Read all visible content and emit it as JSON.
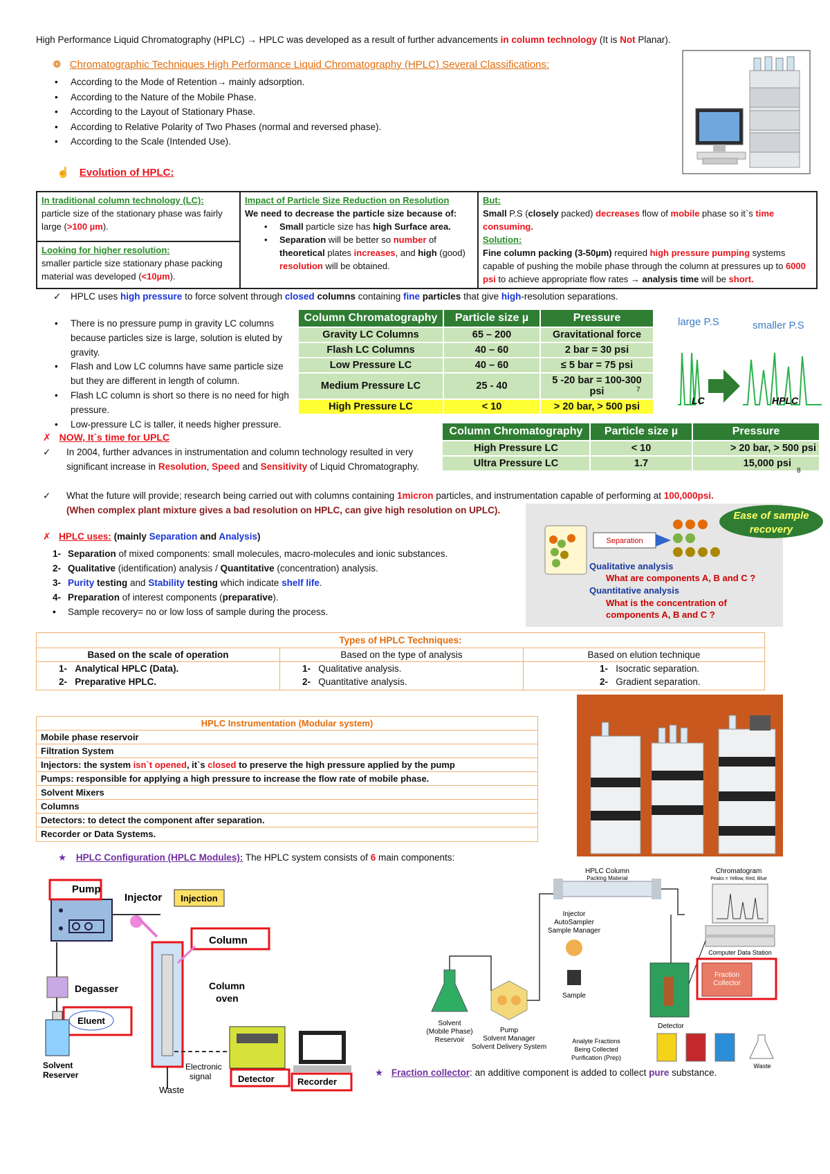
{
  "intro": {
    "t1": "High Performance Liquid Chromatography (HPLC)",
    "arrow": "→",
    "t2": " HPLC was developed as a result of further advancements ",
    "t3": "in column technology",
    "t4": " (It is ",
    "t5": "Not",
    "t6": " Planar)."
  },
  "classifications": {
    "heading": "Chromatographic Techniques High Performance Liquid Chromatography (HPLC) Several Classifications:",
    "items": [
      "According to the Mode of Retention→ mainly adsorption.",
      "According to the Nature of the Mobile Phase.",
      "According to the Layout of Stationary Phase.",
      "According to Relative Polarity of Two Phases (normal and reversed phase).",
      "According to the Scale (Intended Use)."
    ]
  },
  "evolution": {
    "heading": "Evolution of HPLC:",
    "col1": {
      "h1": "In traditional column technology (LC):",
      "t1a": "particle size of the stationary phase was fairly large (",
      "t1b": ">100 µm",
      "t1c": ").",
      "h2": "Looking for higher resolution:",
      "t2a": "smaller particle size stationary phase packing material was developed (",
      "t2b": "<10µm",
      "t2c": ")."
    },
    "col2": {
      "h": "Impact of Particle Size Reduction on Resolution",
      "intro": "We need to decrease the particle size because of:",
      "b1a": "Small",
      "b1b": " particle size has ",
      "b1c": "high Surface area.",
      "b2a": "Separation",
      "b2b": " will be better so ",
      "b2c": "number",
      "b2d": " of ",
      "b2e": "theoretical",
      "b2f": " plates ",
      "b2g": "increases",
      "b2h": ", and ",
      "b2i": "high",
      "b2j": " (good) ",
      "b2k": "resolution",
      "b2l": " will be obtained."
    },
    "col3": {
      "h1": "But:",
      "a1": "Small",
      "a2": " P.S (",
      "a3": "closely",
      "a4": " packed) ",
      "a5": "decreases",
      "a6": " flow of ",
      "a7": "mobile",
      "a8": " phase so it`s ",
      "a9": "time consuming.",
      "h2": "Solution:",
      "s1": "Fine column packing (3-50µm)",
      "s2": " required ",
      "s3": "high pressure pumping",
      "s4": " systems capable of pushing the mobile phase through the column at pressures up to ",
      "s5": "6000 psi",
      "s6": " to achieve appropriate flow rates → ",
      "s7": "analysis time",
      "s8": " will be ",
      "s9": "short."
    }
  },
  "hplc_uses_line": {
    "a": "HPLC uses ",
    "b": "high pressure",
    "c": " to force solvent through ",
    "d": "closed",
    "e": " columns",
    "f": " containing ",
    "g": "fine",
    "h": " particles",
    "i": " that give ",
    "j": "high",
    "k": "-resolution separations."
  },
  "gravity_bullets": [
    "There is no pressure pump in gravity LC columns because particles size is large, solution is eluted by gravity.",
    "Flash and Low LC columns have same particle size but they are different in length of column.",
    "Flash LC column is short so there is no need for high pressure.",
    "Low-pressure LC is taller, it needs higher pressure."
  ],
  "pressure_table": {
    "headers": [
      "Column Chromatography",
      "Particle size  µ",
      "Pressure"
    ],
    "rows": [
      [
        "Gravity LC Columns",
        "65 – 200",
        "Gravitational force"
      ],
      [
        "Flash LC Columns",
        "40 – 60",
        "2 bar = 30 psi"
      ],
      [
        "Low Pressure LC",
        "40 – 60",
        "≤ 5 bar = 75 psi"
      ],
      [
        "Medium Pressure LC",
        "25 - 40",
        "5 -20 bar = 100-300 psi"
      ],
      [
        "High Pressure LC",
        "< 10",
        "> 20 bar,  >  500 psi"
      ]
    ],
    "page_no": "7"
  },
  "peaks_fig": {
    "large": "large P.S",
    "smaller": "smaller P.S",
    "lc": "LC",
    "hplc": "HPLC"
  },
  "uplc": {
    "heading": "NOW, It`s time for UPLC",
    "p1a": "In 2004, further advances in instrumentation and column technology resulted in very significant increase in ",
    "p1b": "Resolution",
    "p1c": ", ",
    "p1d": "Speed",
    "p1e": " and ",
    "p1f": "Sensitivity",
    "p1g": " of Liquid Chromatography.",
    "p2a": "What the future will provide; research being carried out with columns containing ",
    "p2b": "1micron",
    "p2c": " particles, and instrumentation capable of performing at ",
    "p2d": "100,000psi.",
    "p3": "(When complex plant mixture gives a bad resolution on HPLC, can give high resolution on UPLC).",
    "table_headers": [
      "Column Chromatography",
      "Particle size  µ",
      "Pressure"
    ],
    "table_rows": [
      [
        "High Pressure LC",
        "< 10",
        "> 20 bar,  >  500 psi"
      ],
      [
        "Ultra Pressure LC",
        "1.7",
        "15,000 psi"
      ]
    ],
    "page_no": "8"
  },
  "uses": {
    "heading": "HPLC uses:",
    "h2": " (mainly ",
    "h3": "Separation",
    "h4": " and ",
    "h5": "Analysis",
    "h6": ")",
    "i1a": "Separation",
    "i1b": " of mixed components: small molecules, macro-molecules and ionic substances.",
    "i2a": "Qualitative",
    "i2b": " (identification) analysis / ",
    "i2c": "Quantitative",
    "i2d": " (concentration) analysis.",
    "i3a": "Purity",
    "i3b": " testing",
    "i3c": " and ",
    "i3d": "Stability",
    "i3e": " testing",
    "i3f": " which indicate ",
    "i3g": "shelf life",
    "i3h": ".",
    "i4a": "Preparation",
    "i4b": " of interest components (",
    "i4c": "preparative",
    "i4d": ").",
    "i5": "Sample recovery= no or low loss of sample during the process.",
    "nums": [
      "1-",
      "2-",
      "3-",
      "4-"
    ]
  },
  "recovery_fig": {
    "bubble": "Ease of sample recovery",
    "sep": "Separation",
    "qual": "Qualitative analysis",
    "q1": "What are components A, B and C ?",
    "quant": "Quantitative analysis",
    "q2": "What is the concentration of components A, B and C ?"
  },
  "types": {
    "title": "Types of HPLC Techniques:",
    "cols": [
      {
        "h": "Based on the scale of operation",
        "items": [
          [
            "1-",
            "Analytical HPLC (Data)."
          ],
          [
            "2-",
            "Preparative HPLC."
          ]
        ]
      },
      {
        "h": "Based on the type of analysis",
        "items": [
          [
            "1-",
            "Qualitative analysis."
          ],
          [
            "2-",
            "Quantitative analysis."
          ]
        ]
      },
      {
        "h": "Based on elution technique",
        "items": [
          [
            "1-",
            "Isocratic separation."
          ],
          [
            "2-",
            "Gradient separation."
          ]
        ]
      }
    ]
  },
  "instrumentation": {
    "title": "HPLC Instrumentation (Modular system)",
    "r1": "Mobile phase reservoir",
    "r2": "Filtration System",
    "r3a": "Injectors: the system ",
    "r3b": "isn`t opened",
    "r3c": ", it`s ",
    "r3d": "closed",
    "r3e": " to preserve the high pressure applied by the pump",
    "r4": "Pumps: responsible for applying a high pressure to increase the flow rate of mobile phase.",
    "r5": "Solvent Mixers",
    "r6": "Columns",
    "r7": "Detectors: to detect the component after separation.",
    "r8": "Recorder or Data Systems."
  },
  "config": {
    "heading": "HPLC Configuration (HPLC Modules):",
    "t1": " The HPLC system consists of ",
    "t2": "6",
    "t3": " main components:"
  },
  "diagram1": {
    "pump": "Pump",
    "injector": "Injector",
    "injection": "Injection",
    "column": "Column",
    "degasser": "Degasser",
    "oven": "Column oven",
    "eluent": "Eluent",
    "solvent": "Solvent Reserver",
    "electronic": "Electronic signal",
    "detector": "Detector",
    "recorder": "Recorder",
    "waste": "Waste"
  },
  "diagram2": {
    "col": "HPLC Column",
    "colsub": "Packing Material",
    "injector": "Injector AutoSampler Sample Manager",
    "sample": "Sample",
    "solvent": "Solvent (Mobile Phase) Reservoir",
    "pump": "Pump Solvent Manager Solvent Delivery System",
    "chrom": "Chromatogram",
    "chromsub": "Peaks = Yellow, Red, Blue",
    "cds": "Computer Data Station",
    "fraction": "Fraction Collector",
    "detector": "Detector",
    "analyte": "Analyte Fractions Being Collected Purification (Prep)",
    "waste": "Waste"
  },
  "fraction_note": {
    "a": "Fraction collector",
    "b": ": an additive component is added to collect ",
    "c": "pure",
    "d": " substance."
  }
}
